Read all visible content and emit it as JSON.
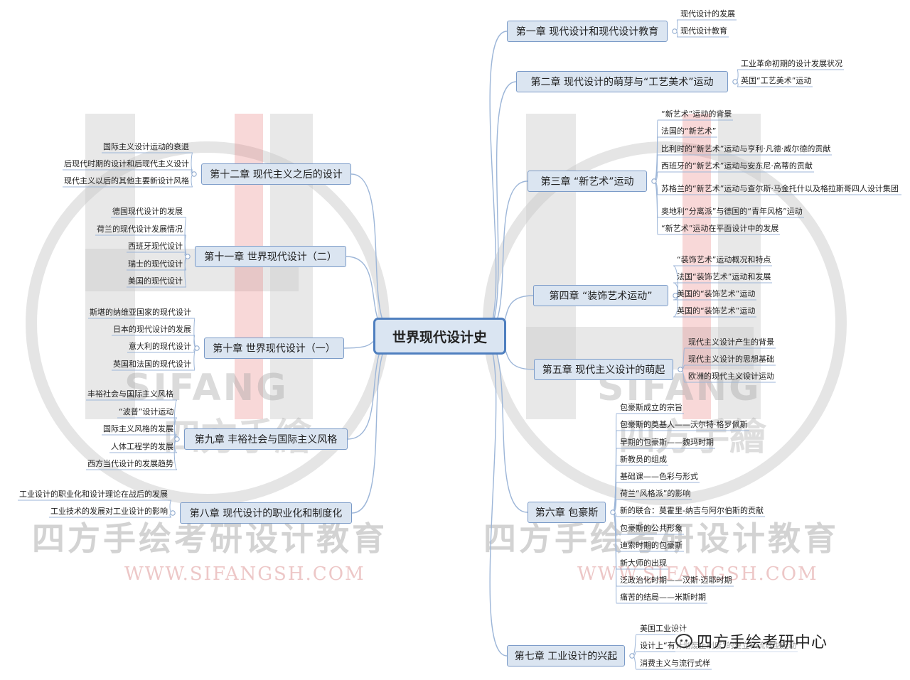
{
  "root": "世界现代设计史",
  "chapters": [
    {
      "title": "第一章 现代设计和现代设计教育",
      "items": [
        "现代设计的发展",
        "现代设计教育"
      ]
    },
    {
      "title": "第二章 现代设计的萌芽与“工艺美术”运动",
      "items": [
        "工业革命初期的设计发展状况",
        "英国“工艺美术”运动"
      ]
    },
    {
      "title": "第三章 “新艺术”运动",
      "items": [
        "“新艺术”运动的背景",
        "法国的“新艺术”",
        "比利时的“新艺术”运动与亨利·凡德·威尔德的贡献",
        "西班牙的“新艺术”运动与安东尼·高蒂的贡献",
        "苏格兰的“新艺术”运动与查尔斯·马金托什以及格拉斯哥四人设计集团",
        "奥地利“分离派”与德国的“青年风格”运动",
        "“新艺术”运动在平面设计中的发展"
      ]
    },
    {
      "title": "第四章 “装饰艺术运动”",
      "items": [
        "“装饰艺术”运动概况和特点",
        "法国“装饰艺术”运动和发展",
        "美国的“装饰艺术”运动",
        "英国的“装饰艺术”运动"
      ]
    },
    {
      "title": "第五章 现代主义设计的萌起",
      "items": [
        "现代主义设计产生的背景",
        "现代主义设计的思想基础",
        "欧洲的现代主义设计运动"
      ]
    },
    {
      "title": "第六章 包豪斯",
      "items": [
        "包豪斯成立的宗旨",
        "包豪斯的奠基人——沃尔特·格罗佩斯",
        "早期的包豪斯——魏玛时期",
        "新教员的组成",
        "基础课——色彩与形式",
        "荷兰“风格派”的影响",
        "新的联合：莫霍里-纳吉与阿尔伯斯的贡献",
        "包豪斯的公共形象",
        "迪索时期的包豪斯",
        "新大师的出现",
        "泛政治化时期——汉斯·迈耶时期",
        "痛苦的结局——米斯时期"
      ]
    },
    {
      "title": "第七章 工业设计的兴起",
      "items": [
        "美国工业设计",
        "设计上“有计划废止制度”的建立和流线型运动",
        "消费主义与流行式样"
      ]
    },
    {
      "title": "第八章 现代设计的职业化和制度化",
      "items": [
        "工业设计的职业化和设计理论在战后的发展",
        "工业技术的发展对工业设计的影响"
      ]
    },
    {
      "title": "第九章 丰裕社会与国际主义风格",
      "items": [
        "丰裕社会与国际主义风格",
        "“波普”设计运动",
        "国际主义风格的发展",
        "人体工程学的发展",
        "西方当代设计的发展趋势"
      ]
    },
    {
      "title": "第十章 世界现代设计（一）",
      "items": [
        "斯堪的纳维亚国家的现代设计",
        "日本的现代设计的发展",
        "意大利的现代设计",
        "英国和法国的现代设计"
      ]
    },
    {
      "title": "第十一章 世界现代设计（二）",
      "items": [
        "德国现代设计的发展",
        "荷兰的现代设计发展情况",
        "西班牙现代设计",
        "瑞士的现代设计",
        "美国的现代设计"
      ]
    },
    {
      "title": "第十二章 现代主义之后的设计",
      "items": [
        "国际主义设计运动的衰退",
        "后现代时期的设计和后现代主义设计",
        "现代主义以后的其他主要新设计风格"
      ]
    }
  ],
  "watermark": {
    "sifang": "SIFANG",
    "brand_cn": "四方手绘考研设计教育",
    "url": "WWW.SIFANGSH.COM",
    "glyphs": "四方手繪"
  },
  "badge": {
    "text": "四方手绘考研中心",
    "icon": "wechat-icon"
  },
  "colors": {
    "root_border": "#4f7fbf",
    "node_fill": "#dbe5f1",
    "node_border": "#7b9bc8",
    "link": "#9db6d8",
    "watermark_red": "#e57373"
  }
}
